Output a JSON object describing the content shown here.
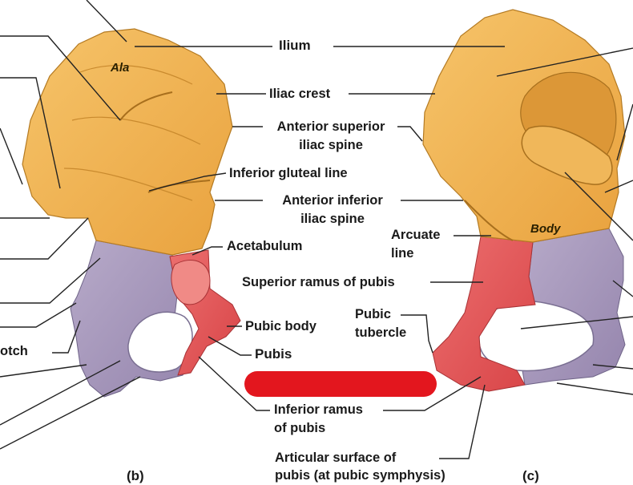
{
  "labels": {
    "ilium": "Ilium",
    "iliac_crest": "Iliac crest",
    "anterior_superior_1": "Anterior superior",
    "anterior_superior_2": "iliac spine",
    "inferior_gluteal_line": "Inferior gluteal line",
    "anterior_inferior_1": "Anterior inferior",
    "anterior_inferior_2": "iliac spine",
    "arcuate_1": "Arcuate",
    "arcuate_2": "line",
    "acetabulum": "Acetabulum",
    "superior_ramus": "Superior ramus of pubis",
    "pubic_tubercle_1": "Pubic",
    "pubic_tubercle_2": "tubercle",
    "pubic_body": "Pubic body",
    "pubis": "Pubis",
    "inferior_ramus_1": "Inferior ramus",
    "inferior_ramus_2": "of pubis",
    "articular_1": "Articular surface of",
    "articular_2": "pubis (at pubic symphysis)",
    "ala": "Ala",
    "body": "Body",
    "notch_partial": "otch",
    "panel_b": "(b)",
    "panel_c": "(c)"
  },
  "colors": {
    "ilium": "#f2b450",
    "ischium": "#a99bbd",
    "pubis": "#e2585a",
    "redaction": "#e3161e",
    "leader": "#222222"
  }
}
